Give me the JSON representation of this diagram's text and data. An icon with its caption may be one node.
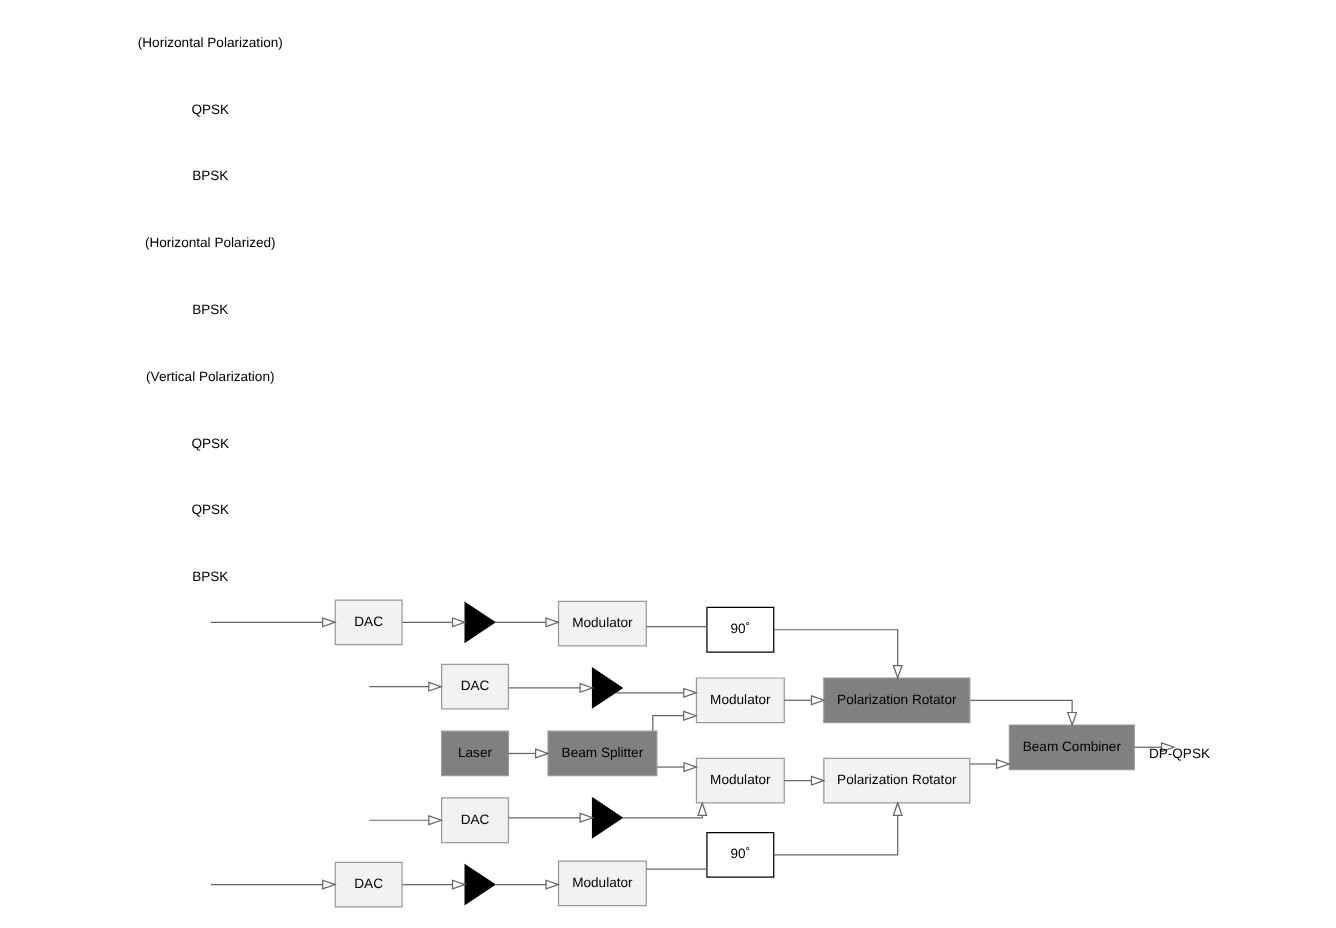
{
  "diagram": {
    "nodes": [
      {
        "text": [
          "DAC"
        ]
      },
      {
        "text": [
          "DAC"
        ]
      },
      {
        "text": [],
        "shape": "triangle"
      },
      {
        "text": [],
        "shape": "triangle"
      },
      {
        "text": [
          "Modulator"
        ]
      },
      {
        "text": [
          "Modulator"
        ]
      },
      {
        "text": [
          "90˚"
        ]
      },
      {
        "text": [
          "Polarization Rotator"
        ]
      },
      {
        "text": [
          "Laser"
        ]
      },
      {
        "text": [
          "Beam Splitter"
        ]
      },
      {
        "text": [
          "Beam Combiner"
        ]
      },
      {
        "text": [
          "DAC"
        ]
      },
      {
        "text": [
          "DAC"
        ]
      },
      {
        "text": [],
        "shape": "triangle"
      },
      {
        "text": [],
        "shape": "triangle"
      },
      {
        "text": [
          "Modulator"
        ]
      },
      {
        "text": [
          "Modulator"
        ]
      },
      {
        "text": [
          "90˚"
        ]
      },
      {
        "text": [
          "Polarization Rotator"
        ]
      }
    ],
    "edges": [
      {
        "from": null,
        "to": 0,
        "arrow": "to"
      },
      {
        "from": null,
        "to": 1,
        "arrow": "to"
      },
      {
        "from": 0,
        "to": 2,
        "arrow": "to"
      },
      {
        "from": 1,
        "to": 3,
        "arrow": "to"
      },
      {
        "from": 2,
        "to": 4,
        "arrow": "to"
      },
      {
        "from": 3,
        "to": 5,
        "arrow": "to"
      },
      {
        "from": 8,
        "to": 9,
        "arrow": "to"
      },
      {
        "from": 9,
        "to": 4,
        "arrow": "to"
      },
      {
        "from": 9,
        "to": 15,
        "arrow": "to"
      },
      {
        "from": 4,
        "to": 7,
        "arrow": "to"
      },
      {
        "from": 5,
        "to": 6,
        "arrow": "none"
      },
      {
        "from": 6,
        "to": 7,
        "arrow": "to"
      },
      {
        "from": 7,
        "to": 10,
        "arrow": "to"
      },
      {
        "from": 10,
        "to": null,
        "arrow": "to",
        "label": "DP-QPSK"
      },
      {
        "from": null,
        "to": 11,
        "arrow": "to"
      },
      {
        "from": null,
        "to": 12,
        "arrow": "to"
      },
      {
        "from": 11,
        "to": 13,
        "arrow": "to"
      },
      {
        "from": 12,
        "to": 14,
        "arrow": "to"
      },
      {
        "from": 13,
        "to": 15,
        "arrow": "to"
      },
      {
        "from": 14,
        "to": 16,
        "arrow": "to"
      },
      {
        "from": 15,
        "to": 18,
        "arrow": "to"
      },
      {
        "from": 16,
        "to": 17,
        "arrow": "none"
      },
      {
        "from": 17,
        "to": 18,
        "arrow": "to"
      },
      {
        "from": 18,
        "to": 10,
        "arrow": "to"
      }
    ],
    "labels": [
      "BPSK",
      "QPSK",
      "QPSK",
      "(Vertical Polarization)",
      "BPSK",
      "(Horizontal Polarized)",
      "BPSK",
      "QPSK",
      "(Horizontal Polarization)"
    ]
  }
}
